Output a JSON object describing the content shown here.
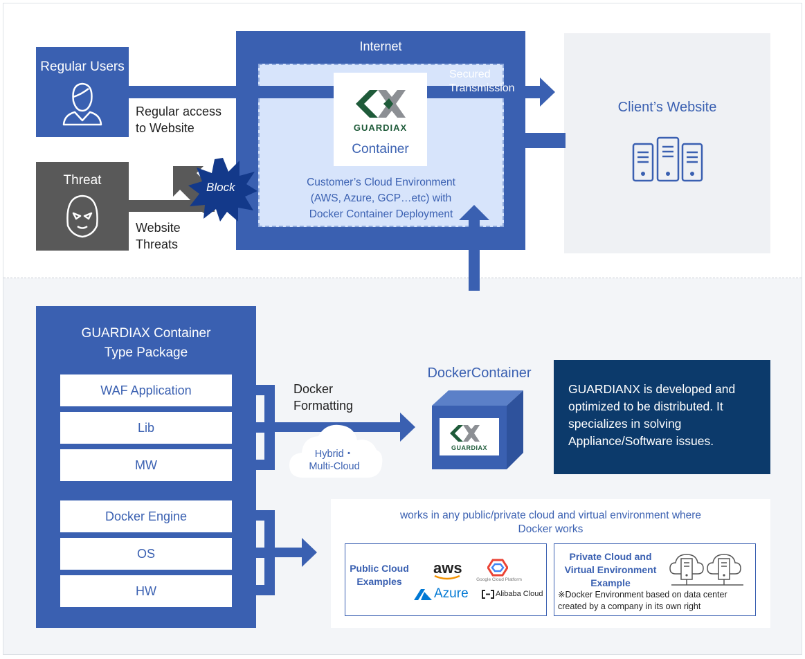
{
  "regular_users": {
    "title": "Regular Users",
    "label": "Regular access\nto Website"
  },
  "threat": {
    "title": "Threat",
    "label": "Website\nThreats",
    "block": "Block"
  },
  "internet": {
    "title": "Internet",
    "container_label": "Container",
    "logo_text": "GUARDIAX",
    "cloud_env": "Customer’s Cloud Environment\n(AWS, Azure, GCP…etc) with\nDocker Container Deployment",
    "secured": "Secured\nTransmission"
  },
  "client": {
    "title": "Client’s Website"
  },
  "package": {
    "title": "GUARDIAX Container\nType Package",
    "items_top": [
      "WAF Application",
      "Lib",
      "MW"
    ],
    "items_bottom": [
      "Docker Engine",
      "OS",
      "HW"
    ]
  },
  "docker": {
    "formatting": "Docker\nFormatting",
    "hybrid": "Hybrid・\nMulti-Cloud",
    "title": "DockerContainer",
    "logo_text": "GUARDIAX"
  },
  "info_text": "GUARDIANX is developed and optimized to be distributed. It specializes in solving Appliance/Software issues.",
  "works": {
    "title": "works in any public/private cloud and virtual environment where\nDocker works",
    "public_label": "Public Cloud\nExamples",
    "private_label": "Private Cloud and\nVirtual Environment\nExample",
    "note": "※Docker Environment based on data center created by a company in its own right",
    "logos": {
      "aws": "aws",
      "gcp": "Google Cloud Platform",
      "azure": "Azure",
      "alibaba": "Alibaba Cloud"
    }
  },
  "colors": {
    "brand_blue": "#3a60b1",
    "navy": "#0c3a6b",
    "gray": "#595959",
    "green": "#1f5b3a"
  }
}
